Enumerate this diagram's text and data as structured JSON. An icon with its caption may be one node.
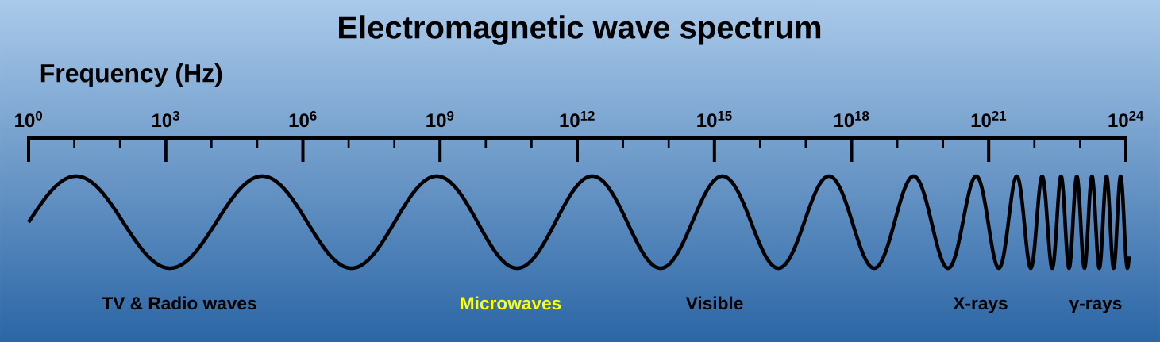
{
  "diagram": {
    "title": "Electromagnetic wave spectrum",
    "labels": [
      "Frequency (Hz)",
      "10$^{0}$",
      "10$^{3}$",
      "10$^{6}$",
      "10$^{9}$",
      "10$^{12}$",
      "10$^{15}$",
      "10$^{18}$",
      "10$^{21}$",
      "10$^{24}$",
      "TV & Radio waves",
      "Microwaves",
      "Visible",
      "X-rays",
      "γ-rays"
    ]
  }
}
